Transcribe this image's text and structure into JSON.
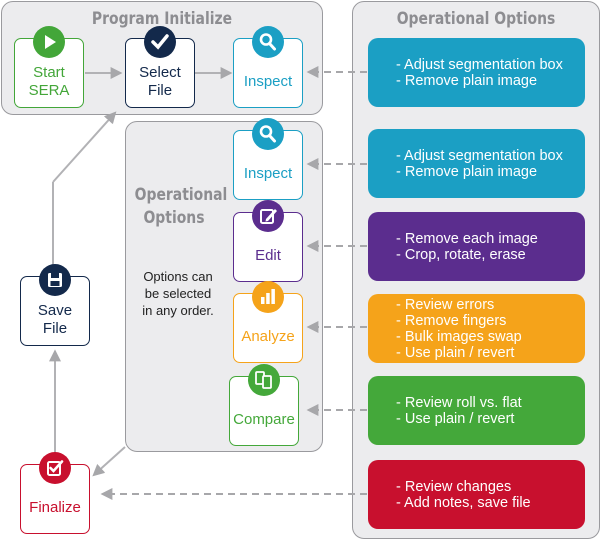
{
  "panels": {
    "program_initialize": "Program Initialize",
    "operational_options_right": "Operational Options",
    "operational_options_left": [
      "Operational",
      "Options"
    ]
  },
  "note": [
    "Options can",
    "be selected",
    "in any order."
  ],
  "nodes": {
    "start": {
      "lines": [
        "Start",
        "SERA"
      ],
      "color": "#43a639",
      "icon": "play-icon"
    },
    "select": {
      "lines": [
        "Select",
        "File"
      ],
      "color": "#13294b",
      "icon": "check-icon"
    },
    "inspect_top": {
      "lines": [
        "Inspect"
      ],
      "color": "#1b9fc4",
      "icon": "magnifier-icon"
    },
    "inspect": {
      "lines": [
        "Inspect"
      ],
      "color": "#1b9fc4",
      "icon": "magnifier-icon"
    },
    "edit": {
      "lines": [
        "Edit"
      ],
      "color": "#5b2d8e",
      "icon": "pencil-edit-icon"
    },
    "analyze": {
      "lines": [
        "Analyze"
      ],
      "color": "#f5a31a",
      "icon": "bar-chart-icon"
    },
    "compare": {
      "lines": [
        "Compare"
      ],
      "color": "#44a83a",
      "icon": "documents-icon"
    },
    "save": {
      "lines": [
        "Save",
        "File"
      ],
      "color": "#13294b",
      "icon": "floppy-disk-icon"
    },
    "finalize": {
      "lines": [
        "Finalize"
      ],
      "color": "#c8102e",
      "icon": "checkbox-edit-icon"
    }
  },
  "cards": {
    "inspect_top": {
      "items": [
        "- Adjust segmentation box",
        "- Remove plain image"
      ],
      "color": "#1b9fc4"
    },
    "inspect": {
      "items": [
        "- Adjust segmentation box",
        "- Remove plain image"
      ],
      "color": "#1b9fc4"
    },
    "edit": {
      "items": [
        "- Remove each image",
        "- Crop, rotate, erase"
      ],
      "color": "#5b2d8e"
    },
    "analyze": {
      "items": [
        "- Review errors",
        "- Remove fingers",
        "- Bulk images swap",
        "- Use plain / revert"
      ],
      "color": "#f5a31a"
    },
    "compare": {
      "items": [
        "- Review roll vs. flat",
        "- Use plain / revert"
      ],
      "color": "#44a83a"
    },
    "finalize": {
      "items": [
        "- Review changes",
        "- Add notes, save file"
      ],
      "color": "#c8102e"
    }
  }
}
